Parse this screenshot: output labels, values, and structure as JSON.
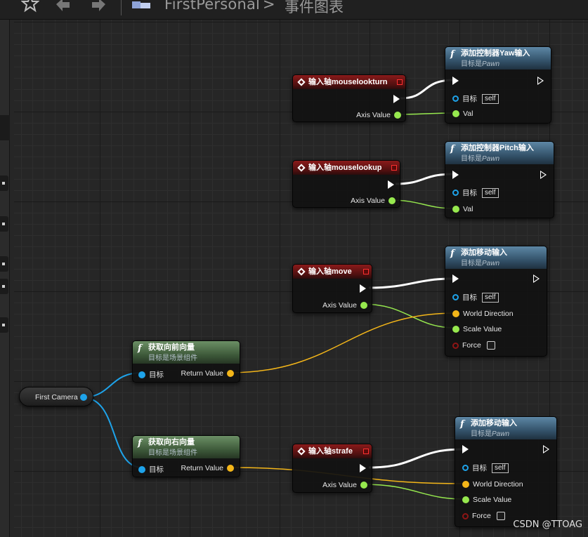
{
  "toolbar": {
    "breadcrumb_root": "FirstPersonal",
    "breadcrumb_separator": ">",
    "breadcrumb_current": "事件图表"
  },
  "event_nodes": [
    {
      "title": "输入轴mouselookturn",
      "output_label": "Axis Value"
    },
    {
      "title": "输入轴mouselookup",
      "output_label": "Axis Value"
    },
    {
      "title": "输入轴move",
      "output_label": "Axis Value"
    },
    {
      "title": "输入轴strafe",
      "output_label": "Axis Value"
    }
  ],
  "function_nodes": [
    {
      "title": "添加控制器Yaw输入",
      "subtitle_prefix": "目标是",
      "subtitle_target": "Pawn",
      "target_label": "目标",
      "self_label": "self",
      "value_label": "Val"
    },
    {
      "title": "添加控制器Pitch输入",
      "subtitle_prefix": "目标是",
      "subtitle_target": "Pawn",
      "target_label": "目标",
      "self_label": "self",
      "value_label": "Val"
    },
    {
      "title": "添加移动输入",
      "subtitle_prefix": "目标是",
      "subtitle_target": "Pawn",
      "target_label": "目标",
      "self_label": "self",
      "direction_label": "World Direction",
      "scale_label": "Scale Value",
      "force_label": "Force"
    },
    {
      "title": "添加移动输入",
      "subtitle_prefix": "目标是",
      "subtitle_target": "Pawn",
      "target_label": "目标",
      "self_label": "self",
      "direction_label": "World Direction",
      "scale_label": "Scale Value",
      "force_label": "Force"
    }
  ],
  "vector_nodes": [
    {
      "title": "获取向前向量",
      "subtitle": "目标是场景组件",
      "input_label": "目标",
      "output_label": "Return Value"
    },
    {
      "title": "获取向右向量",
      "subtitle": "目标是场景组件",
      "input_label": "目标",
      "output_label": "Return Value"
    }
  ],
  "variable_node": {
    "label": "First Camera"
  },
  "pin_colors": {
    "exec": "#ffffff",
    "float": "#96e84e",
    "vector": "#f4b619",
    "object": "#1ea3ea",
    "bool": "#8e1515"
  },
  "watermark": "CSDN @TTOAG"
}
